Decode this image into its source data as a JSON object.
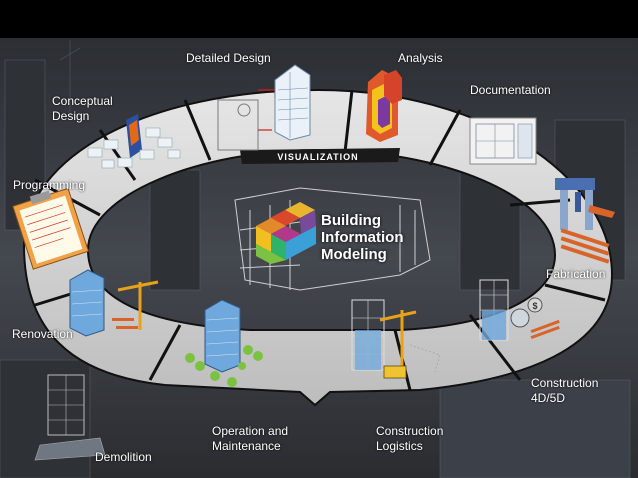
{
  "center": {
    "title": "Building\nInformation\nModeling"
  },
  "ring_banner": "VISUALIZATION",
  "stages": [
    {
      "id": "conceptual-design",
      "label": "Conceptual\nDesign"
    },
    {
      "id": "detailed-design",
      "label": "Detailed Design"
    },
    {
      "id": "analysis",
      "label": "Analysis"
    },
    {
      "id": "documentation",
      "label": "Documentation"
    },
    {
      "id": "fabrication",
      "label": "Fabrication"
    },
    {
      "id": "construction-4d5d",
      "label": "Construction\n4D/5D"
    },
    {
      "id": "construction-logistics",
      "label": "Construction\nLogistics"
    },
    {
      "id": "operation-maintenance",
      "label": "Operation and\nMaintenance"
    },
    {
      "id": "demolition",
      "label": "Demolition"
    },
    {
      "id": "renovation",
      "label": "Renovation"
    },
    {
      "id": "programming",
      "label": "Programming"
    }
  ],
  "colors": {
    "ring": "#dcdcdc",
    "ring_edge": "#111111",
    "background_top": "#000000",
    "background_scene": "#3a3e44",
    "building_blue": "#6fa8dc",
    "analysis_orange": "#e0592a",
    "crane_yellow": "#e8a21a",
    "timber_orange": "#d8642a",
    "tree_green": "#7cc242"
  }
}
